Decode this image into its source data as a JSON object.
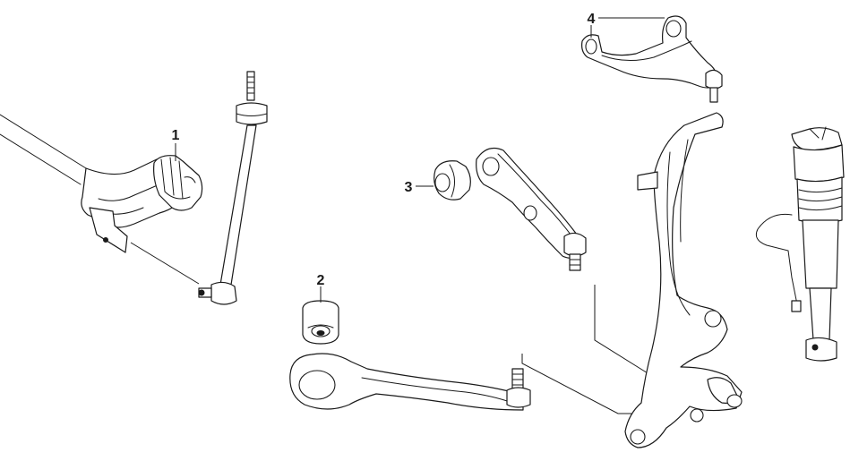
{
  "callouts": {
    "c1": {
      "label": "1"
    },
    "c2": {
      "label": "2"
    },
    "c3": {
      "label": "3"
    },
    "c4": {
      "label": "4"
    }
  },
  "colors": {
    "line": "#1a1a1a",
    "background": "#ffffff"
  }
}
